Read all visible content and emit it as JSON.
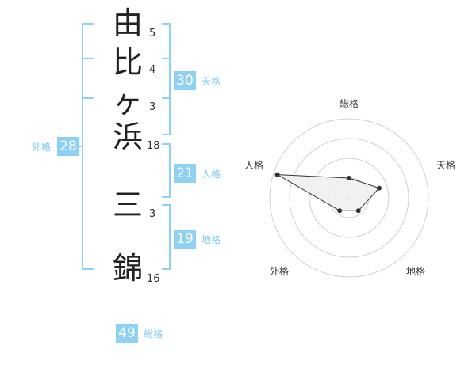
{
  "name": {
    "characters": [
      {
        "char": "由",
        "strokes": "5"
      },
      {
        "char": "比",
        "strokes": "4"
      },
      {
        "char": "ヶ",
        "strokes": "3"
      },
      {
        "char": "浜",
        "strokes": "18"
      },
      {
        "char": "三",
        "strokes": "3"
      },
      {
        "char": "錦",
        "strokes": "16"
      }
    ]
  },
  "scores": {
    "tenkaku": {
      "value": "30",
      "label": "天格"
    },
    "jinkaku": {
      "value": "21",
      "label": "人格"
    },
    "chikaku": {
      "value": "19",
      "label": "地格"
    },
    "gaikaku": {
      "value": "28",
      "label": "外格"
    },
    "soukaku": {
      "value": "49",
      "label": "総格"
    }
  },
  "radar": {
    "axes": [
      "総格",
      "天格",
      "地格",
      "外格",
      "人格"
    ],
    "values": [
      0.25,
      0.4,
      0.2,
      0.2,
      0.95
    ],
    "max": 1,
    "rings": 4
  },
  "colors": {
    "accent": "#8fd0f5",
    "bracket": "#8fd0f5",
    "ring": "#d0d0d0",
    "polygon_fill": "#efefef",
    "polygon_stroke": "#333333",
    "text": "#222222"
  }
}
